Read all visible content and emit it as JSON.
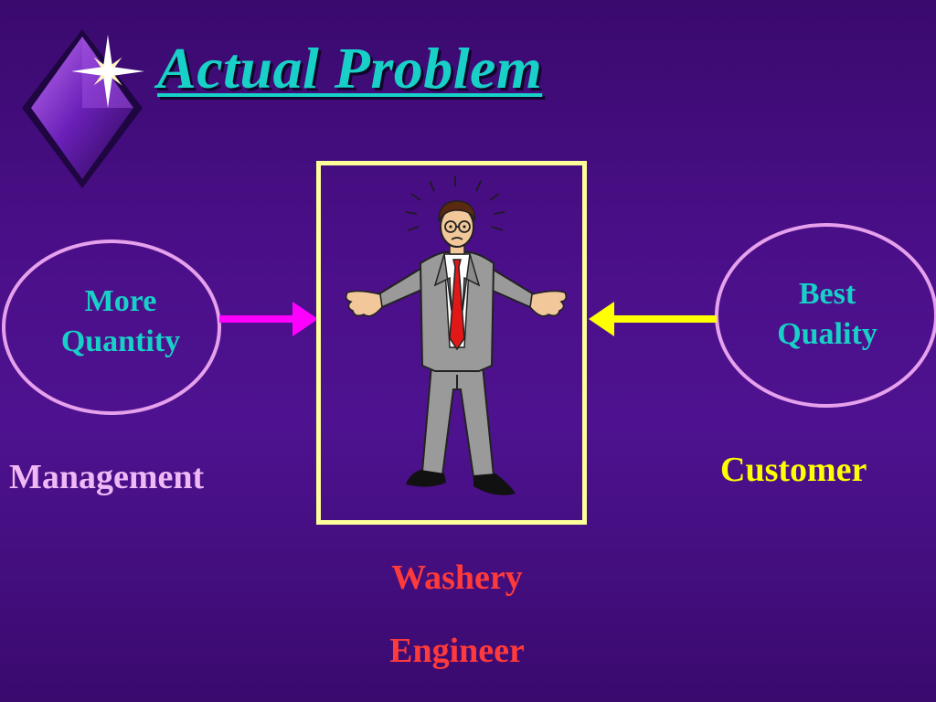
{
  "slide": {
    "title": "Actual Problem"
  },
  "left": {
    "oval_line1": "More",
    "oval_line2": "Quantity",
    "role": "Management"
  },
  "right": {
    "oval_line1": "Best",
    "oval_line2": "Quality",
    "role": "Customer"
  },
  "center": {
    "role_line1": "Washery",
    "role_line2": "Engineer"
  },
  "colors": {
    "title": "#18d0c8",
    "oval_border": "#e6a0ec",
    "management": "#f0b8f4",
    "customer": "#ffff00",
    "engineer": "#ff3a3a",
    "left_arrow": "#ff00ff",
    "right_arrow": "#ffff00",
    "center_frame": "#ffff99"
  },
  "icons": {
    "logo": "diamond-sparkle-icon",
    "figure": "confused-businessman-illustration"
  }
}
